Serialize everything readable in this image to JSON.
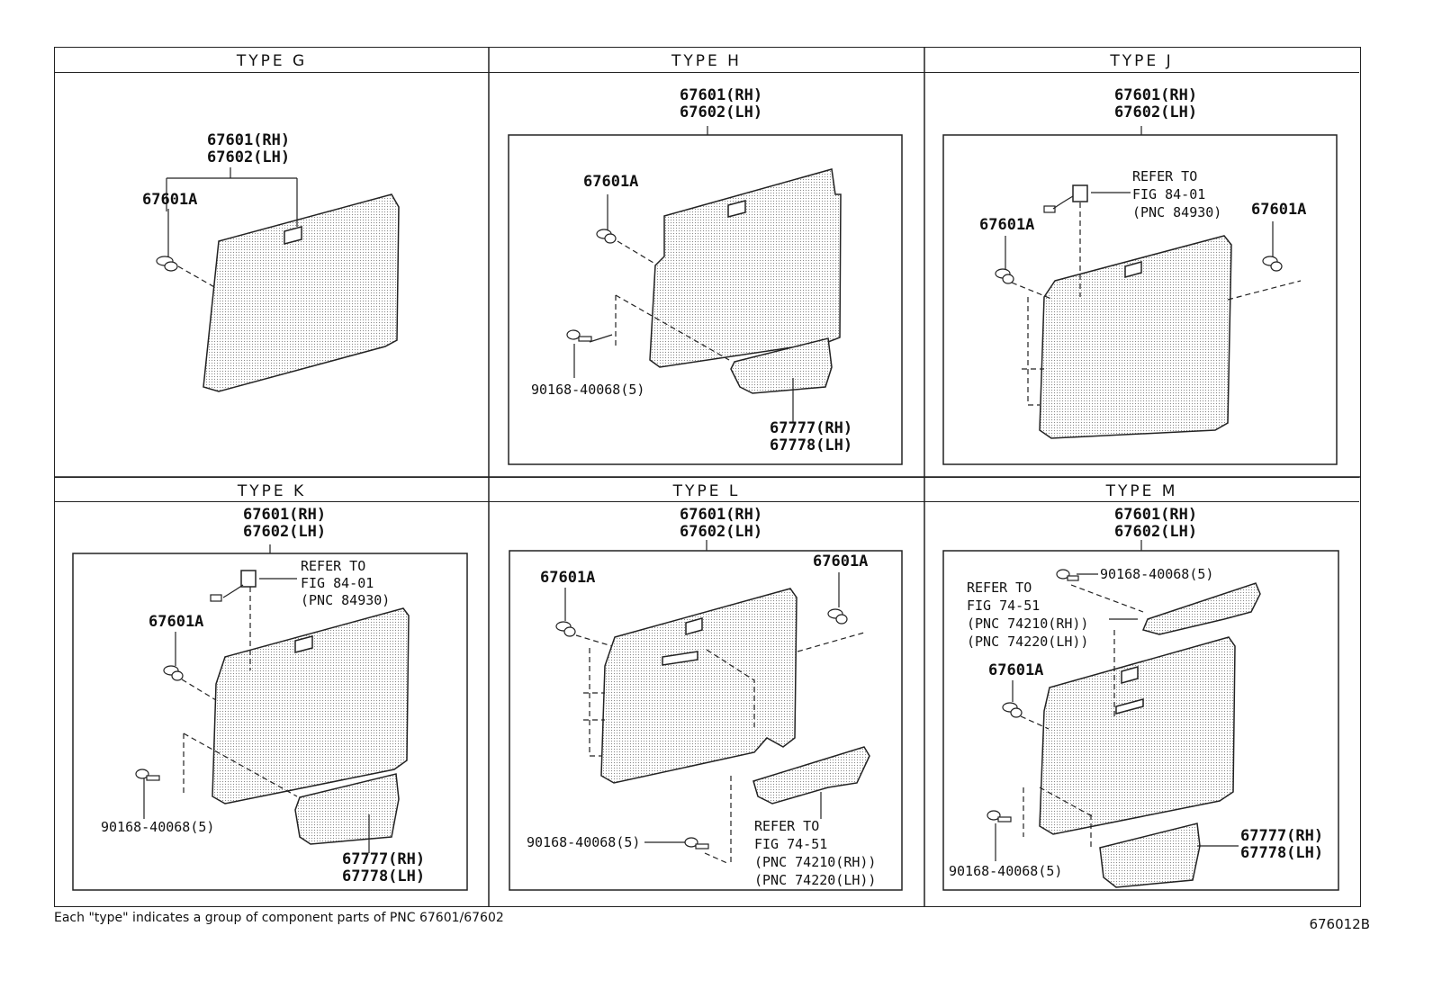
{
  "types": {
    "g": {
      "title": "TYPE  G",
      "part_rh": "67601(RH)",
      "part_lh": "67602(LH)",
      "clip": "67601A"
    },
    "h": {
      "title": "TYPE  H",
      "part_rh": "67601(RH)",
      "part_lh": "67602(LH)",
      "clip": "67601A",
      "screw": "90168-40068(5)",
      "armrest_rh": "67777(RH)",
      "armrest_lh": "67778(LH)"
    },
    "j": {
      "title": "TYPE  J",
      "part_rh": "67601(RH)",
      "part_lh": "67602(LH)",
      "clip": "67601A",
      "refer_1": "REFER TO",
      "refer_2": "FIG 84-01",
      "refer_3": "(PNC 84930)"
    },
    "k": {
      "title": "TYPE  K",
      "part_rh": "67601(RH)",
      "part_lh": "67602(LH)",
      "clip": "67601A",
      "refer_1": "REFER TO",
      "refer_2": "FIG 84-01",
      "refer_3": "(PNC 84930)",
      "screw": "90168-40068(5)",
      "armrest_rh": "67777(RH)",
      "armrest_lh": "67778(LH)"
    },
    "l": {
      "title": "TYPE  L",
      "part_rh": "67601(RH)",
      "part_lh": "67602(LH)",
      "clip": "67601A",
      "screw": "90168-40068(5)",
      "refer_1": "REFER TO",
      "refer_2": "FIG 74-51",
      "refer_3": "(PNC 74210(RH))",
      "refer_4": "(PNC 74220(LH))"
    },
    "m": {
      "title": "TYPE  M",
      "part_rh": "67601(RH)",
      "part_lh": "67602(LH)",
      "clip": "67601A",
      "screw": "90168-40068(5)",
      "refer_1": "REFER TO",
      "refer_2": "FIG 74-51",
      "refer_3": "(PNC 74210(RH))",
      "refer_4": "(PNC 74220(LH))",
      "armrest_rh": "67777(RH)",
      "armrest_lh": "67778(LH)"
    }
  },
  "footer": {
    "note": "Each \"type\" indicates a group of component parts of PNC 67601/67602",
    "figure_code": "676012B"
  }
}
